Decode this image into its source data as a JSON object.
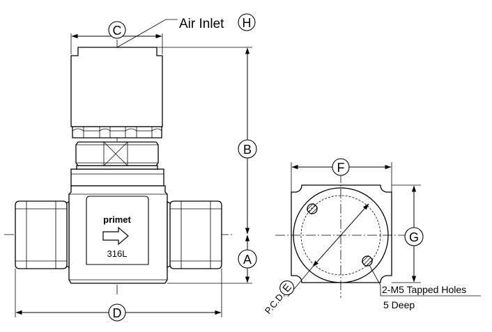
{
  "diagram": {
    "callouts": {
      "A": "A",
      "B": "B",
      "C": "C",
      "D": "D",
      "E": "E",
      "F": "F",
      "G": "G",
      "H": "H"
    },
    "labels": {
      "air_inlet": "Air Inlet",
      "brand": "primet",
      "material": "316L",
      "pcd": "P.C.D.",
      "tapped_holes": "2-M5 Tapped Holes",
      "depth": "5 Deep"
    }
  }
}
